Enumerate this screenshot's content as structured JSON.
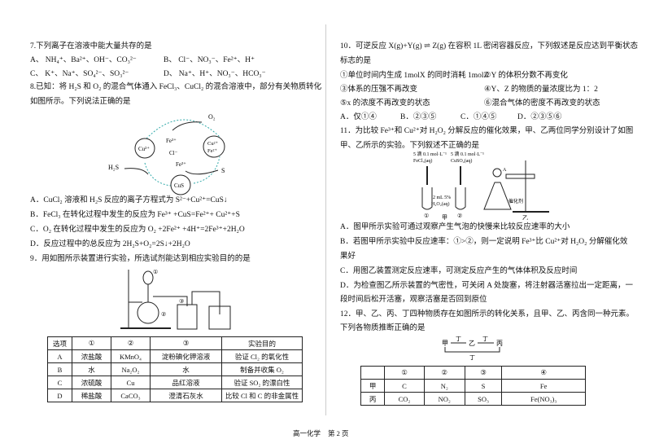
{
  "q7": {
    "stem": "7.下列离子在溶液中能大量共存的是",
    "A": "A、 NH₄⁺、Ba²⁺、OH⁻、CO₃²⁻",
    "B": "B、 Cl⁻、NO₃⁻、Fe²⁺、H⁺",
    "C": "C、 K⁺、Na⁺、SO₄²⁻、SO₃²⁻",
    "D": "D、 Na⁺、H⁺、NO₃⁻、HCO₃⁻"
  },
  "q8": {
    "stem1": "8.已知：将 H₂S 和 O₂ 的混合气体通入 FeCl₃、CuCl₂ 的混合溶液中，部分有关物质转化",
    "stem2": "如图所示。下列说法正确的是",
    "diagram": {
      "o2": "O₂",
      "fe3_top": "Fe³⁺",
      "cl": "Cl⁻",
      "cu2": "Cu²⁺",
      "cu2_fe2_a": "Cu²⁺",
      "cu2_fe2_b": "Fe²⁺",
      "h2s": "H₂S",
      "fe3_bottom": "Fe³⁺",
      "s": "S",
      "cus": "CuS"
    },
    "A": "A．CuCl₂ 溶液和 H₂S 反应的离子方程式为 S²⁻+Cu²⁺=CuS↓",
    "B": "B．FeCl₃ 在转化过程中发生的反应为 Fe³⁺ +CuS=Fe²⁺+ Cu²⁺+S",
    "C": "C．O₂ 在转化过程中发生的反应为 O₂ +2Fe²⁺ +4H⁺=2Fe³⁺+2H₂O",
    "D": "D．反应过程中的总反应为 2H₂S+O₂=2S↓+2H₂O"
  },
  "q9": {
    "stem": "9．用如图所示装置进行实验，所选试剂能达到相应实验目的的是",
    "labels": {
      "l1": "①",
      "l2": "②",
      "l3": "③"
    },
    "table": {
      "header": [
        "选项",
        "①",
        "②",
        "③",
        "实验目的"
      ],
      "rows": [
        [
          "A",
          "浓盐酸",
          "KMnO₄",
          "淀粉碘化钾溶液",
          "验证 Cl₂ 的氧化性"
        ],
        [
          "B",
          "水",
          "Na₂O₂",
          "水",
          "制备并收集 O₂"
        ],
        [
          "C",
          "浓硫酸",
          "Cu",
          "品红溶液",
          "验证 SO₂ 的漂白性"
        ],
        [
          "D",
          "稀盐酸",
          "CaCO₃",
          "澄清石灰水",
          "比较 Cl 和 C 的非金属性"
        ]
      ]
    }
  },
  "q10": {
    "stem1": "10．可逆反应 X(g)+Y(g) ⇌ Z(g) 在容积 1L 密闭容器反应，下列叙述是反应达到平衡状态",
    "stem2": "标志的是",
    "s1": "①单位时间内生成 1molX 的同时消耗 1molZ",
    "s2": "②Y 的体积分数不再变化",
    "s3": "③体系的压强不再改变",
    "s4": "④Y、Z 的物质的量浓度比为 1：2",
    "s5": "⑤x 的浓度不再改变的状态",
    "s6": "⑥混合气体的密度不再改变的状态",
    "A": "A．仅①④",
    "B": "B．②③⑤",
    "C": "C．①④⑤",
    "D": "D．②③⑤⑥"
  },
  "q11": {
    "stem1": "11．为比较 Fe³⁺和 Cu²⁺对 H₂O₂ 分解反应的催化效果，甲、乙两位同学分别设计了如图",
    "stem2": "甲、乙所示的实验。下列叙述不正确的是",
    "diagram": {
      "drop1a": "5 滴 0.1 mol·L⁻¹",
      "drop1b": "FeCl₃(aq)",
      "drop2a": "5 滴 0.1 mol·L⁻¹",
      "drop2b": "CuSO₄(aq)",
      "h2o2a": "2 mL 5%",
      "h2o2b": "H₂O₂(aq)",
      "t1": "①",
      "t2": "②",
      "jia": "甲",
      "yi": "乙",
      "a": "A",
      "cat": "催化剂"
    },
    "A": "A．图甲所示实验可通过观察产生气泡的快慢来比较反应速率的大小",
    "B1": "B．若图甲所示实验中反应速率：①>②，则一定说明 Fe³⁺比 Cu²⁺对 H₂O₂ 分解催化效",
    "B2": "果好",
    "C": "C．用图乙装置测定反应速率，可测定反应产生的气体体积及反应时间",
    "D1": "D．为检查图乙所示装置的气密性，可关闭 A 处旋塞，将注射器活塞拉出一定距离，一",
    "D2": "段时间后松开活塞，观察活塞是否回到原位"
  },
  "q12": {
    "stem1": "12．甲、乙、丙、丁四种物质存在如图所示的转化关系，且甲、乙、丙含同一种元素。",
    "stem2": "下列各物质推断正确的是",
    "scheme": {
      "jia": "甲",
      "yi": "乙",
      "bing": "丙",
      "ding1": "丁",
      "ding2": "丁",
      "ding3": "丁"
    },
    "table": {
      "header": [
        "",
        "①",
        "②",
        "③",
        "④"
      ],
      "rows": [
        [
          "甲",
          "C",
          "N₂",
          "S",
          "Fe"
        ],
        [
          "丙",
          "CO₂",
          "NO₂",
          "SO₃",
          "Fe(NO₃)₃"
        ]
      ]
    }
  },
  "footer": {
    "subject": "高一化学",
    "page": "第 2 页"
  }
}
